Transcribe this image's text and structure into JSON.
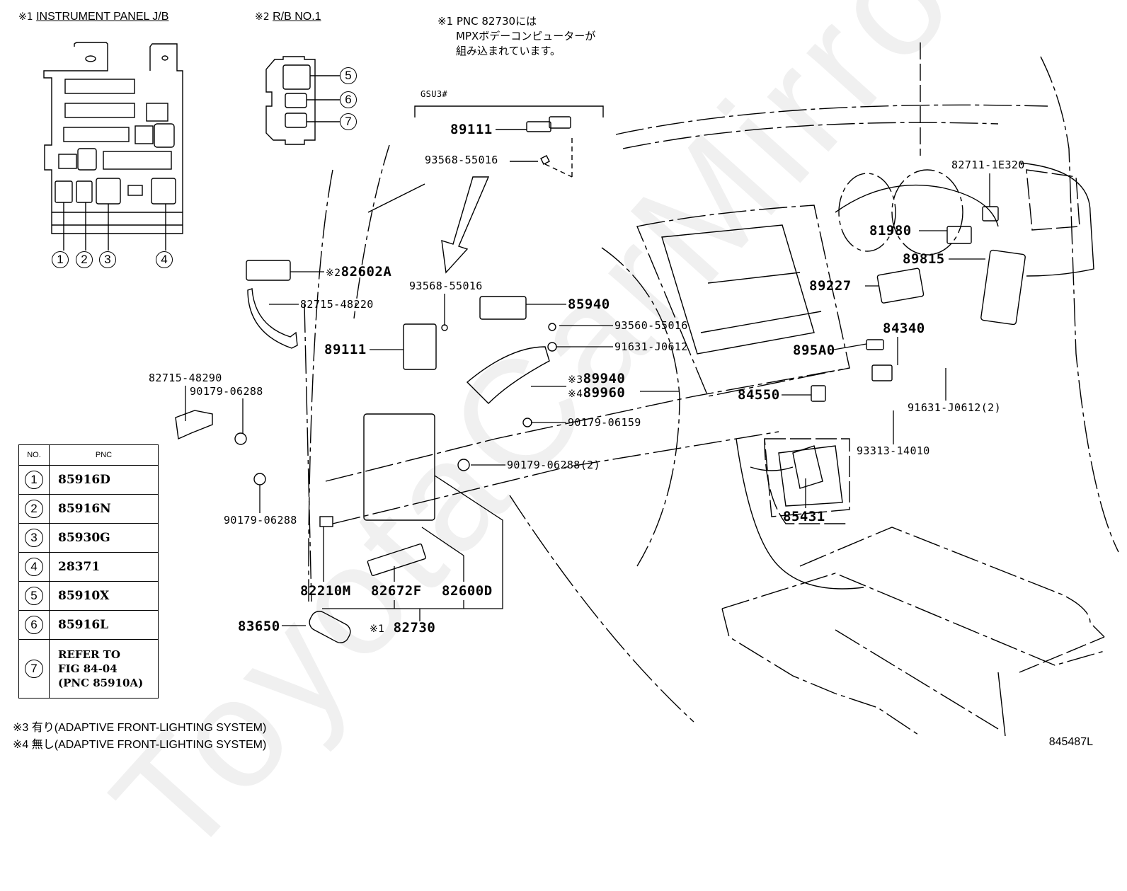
{
  "header": {
    "note1_mark": "※1",
    "note1_title": "INSTRUMENT PANEL J/B",
    "note2_mark": "※2",
    "note2_title": "R/B NO.1",
    "jp_note_line1": "※1 PNC 82730には",
    "jp_note_line2": "MPXボデーコンピューターが",
    "jp_note_line3": "組み込まれています。"
  },
  "inset_jb": {
    "callouts": [
      "1",
      "2",
      "3",
      "4"
    ]
  },
  "inset_rb": {
    "callouts": [
      "5",
      "6",
      "7"
    ]
  },
  "group_label": "GSU3#",
  "parts": {
    "p89111_top": "89111",
    "p93568_top": "93568-55016",
    "p82711": "82711-1E320",
    "p81980": "81980",
    "p89815": "89815",
    "p89227": "89227",
    "p84340": "84340",
    "p895A0": "895A0",
    "p84550": "84550",
    "p91631_2": "91631-J0612(2)",
    "p93313": "93313-14010",
    "p85431": "85431",
    "p82602A_mark": "※2",
    "p82602A": "82602A",
    "p82715_48220": "82715-48220",
    "p93568_mid": "93568-55016",
    "p85940": "85940",
    "p93560": "93560-55016",
    "p89111_mid": "89111",
    "p91631": "91631-J0612",
    "p89940_mark": "※3",
    "p89940": "89940",
    "p89960_mark": "※4",
    "p89960": "89960",
    "p82715_48290": "82715-48290",
    "p90179_06288_a": "90179-06288",
    "p90179_06159": "90179-06159",
    "p90179_06288_2": "90179-06288(2)",
    "p90179_06288_b": "90179-06288",
    "p82210M": "82210M",
    "p82672F": "82672F",
    "p82600D": "82600D",
    "p83650": "83650",
    "p82730_mark": "※1",
    "p82730": "82730"
  },
  "pnc_table": {
    "col_no": "NO.",
    "col_pnc": "PNC",
    "rows": [
      {
        "no": "1",
        "pnc": "85916D"
      },
      {
        "no": "2",
        "pnc": "85916N"
      },
      {
        "no": "3",
        "pnc": "85930G"
      },
      {
        "no": "4",
        "pnc": "28371"
      },
      {
        "no": "5",
        "pnc": "85910X"
      },
      {
        "no": "6",
        "pnc": "85916L"
      },
      {
        "no": "7",
        "pnc_line1": "REFER TO",
        "pnc_line2": "FIG 84-04",
        "pnc_line3": "(PNC 85910A)"
      }
    ]
  },
  "footnotes": {
    "note3": "※3 有り(ADAPTIVE FRONT-LIGHTING SYSTEM)",
    "note4": "※4 無し(ADAPTIVE FRONT-LIGHTING SYSTEM)"
  },
  "figure_id": "845487L",
  "watermark": "ToyotaCarMirror"
}
